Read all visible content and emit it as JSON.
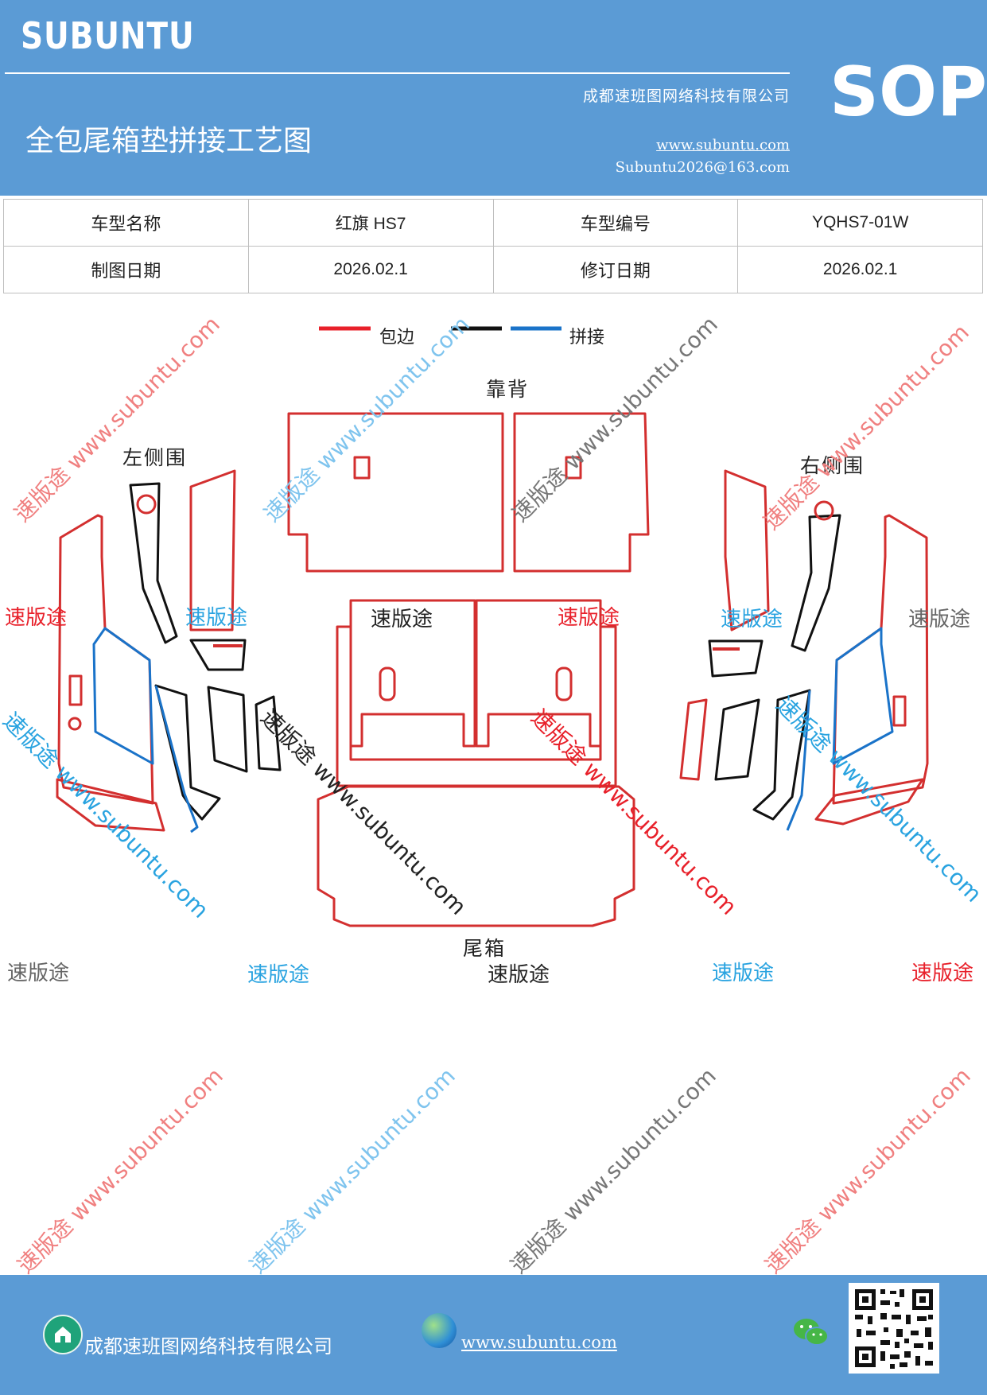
{
  "header": {
    "brand": "SUBUNTU",
    "badge": "SOP",
    "company": "成都速班图网络科技有限公司",
    "title": "全包尾箱垫拼接工艺图",
    "website": "www.subuntu.com",
    "email": "Subuntu2026@163.com"
  },
  "info_table": {
    "model_name_label": "车型名称",
    "model_name": "红旗 HS7",
    "model_code_label": "车型编号",
    "model_code": "YQHS7-01W",
    "draw_date_label": "制图日期",
    "draw_date": "2026.02.1",
    "revise_date_label": "修订日期",
    "revise_date": "2026.02.1"
  },
  "legend": {
    "edge_label": "包边",
    "splice_label": "拼接",
    "colors": {
      "edge": "#e8202a",
      "black": "#111111",
      "splice": "#1a73c9"
    }
  },
  "parts": {
    "backrest": "靠背",
    "left_side": "左侧围",
    "right_side": "右侧围",
    "trunk": "尾箱"
  },
  "watermarks": {
    "brand_cn": "速版途",
    "url_text": "速版途 www.subuntu.com",
    "url_text_b": "www.subuntu.com"
  },
  "footer": {
    "company": "成都速班图网络科技有限公司",
    "website": "www.subuntu.com "
  },
  "icons": [
    "home-icon",
    "globe-icon",
    "wechat-icon",
    "qr-code"
  ]
}
